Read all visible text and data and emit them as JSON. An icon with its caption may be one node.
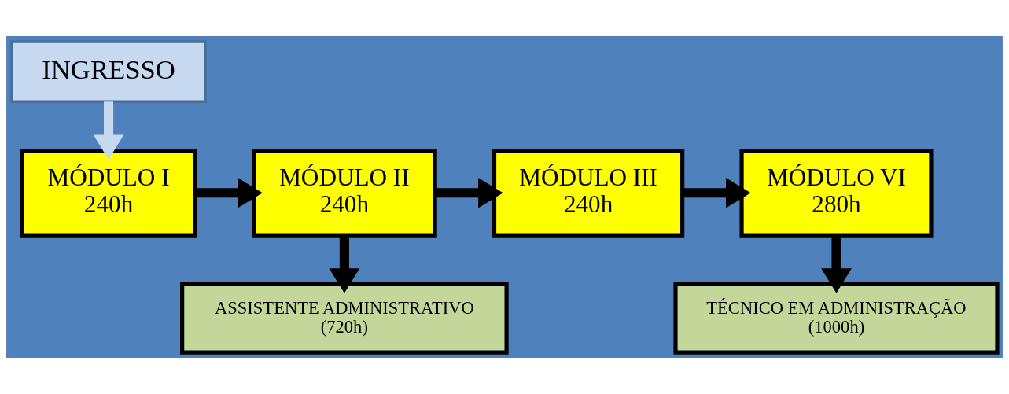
{
  "diagram": {
    "nodes": [
      {
        "text": [
          "INGRESSO"
        ]
      },
      {
        "text": [
          "MÓDULO I",
          "240h"
        ]
      },
      {
        "text": [
          "MÓDULO II",
          "240h"
        ]
      },
      {
        "text": [
          "MÓDULO III",
          "240h"
        ]
      },
      {
        "text": [
          "MÓDULO VI",
          "280h"
        ]
      },
      {
        "text": [
          "ASSISTENTE ADMINISTRATIVO",
          "(720h)"
        ]
      },
      {
        "text": [
          "TÉCNICO EM ADMINISTRAÇÃO",
          "(1000h)"
        ]
      }
    ],
    "edges": [
      {
        "from": 0,
        "to": 1,
        "arrow": "to",
        "color": "#c6d9f1"
      },
      {
        "from": 1,
        "to": 2,
        "arrow": "to"
      },
      {
        "from": 2,
        "to": 3,
        "arrow": "to"
      },
      {
        "from": 3,
        "to": 4,
        "arrow": "to"
      },
      {
        "from": 2,
        "to": 5,
        "arrow": "to"
      },
      {
        "from": 4,
        "to": 6,
        "arrow": "to"
      }
    ]
  }
}
